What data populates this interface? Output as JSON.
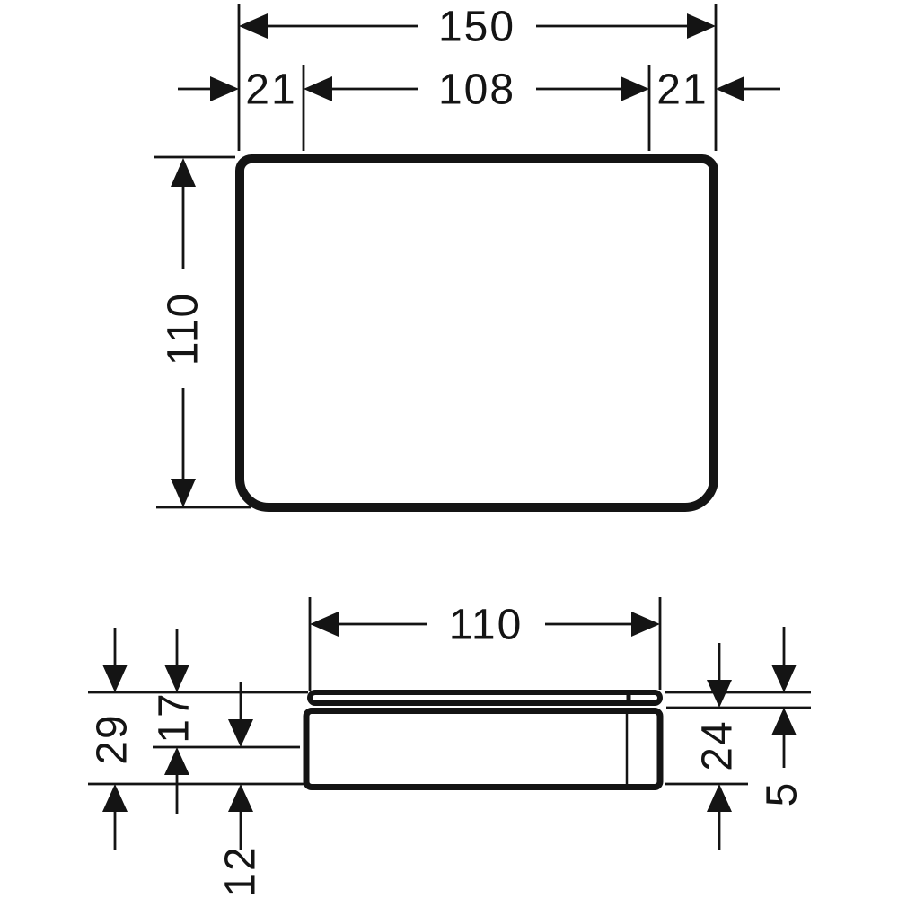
{
  "drawing": {
    "colors": {
      "line": "#141414",
      "background": "#ffffff"
    },
    "top_view": {
      "overall_width": "150",
      "left_offset": "21",
      "inner_width": "108",
      "right_offset": "21",
      "depth": "110"
    },
    "side_view": {
      "shelf_width": "110",
      "total_height": "29",
      "upper_height": "17",
      "lower_height": "12",
      "body_height": "24",
      "glass_thickness": "5"
    }
  }
}
